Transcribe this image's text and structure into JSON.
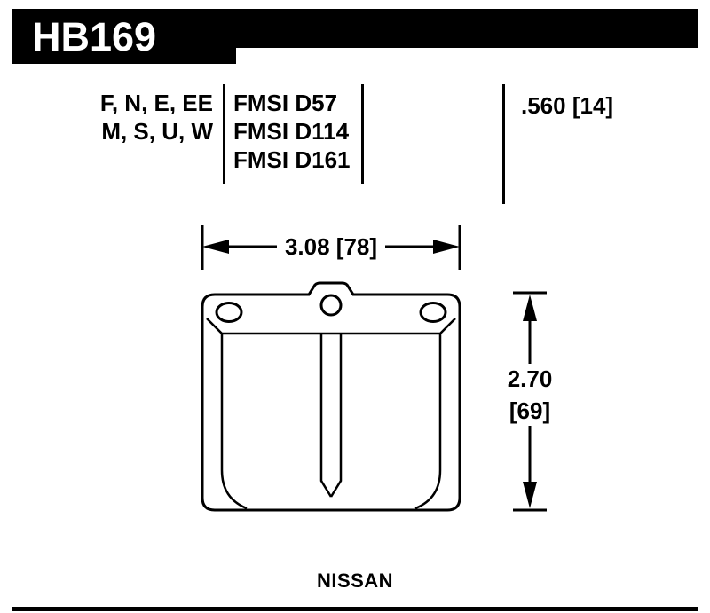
{
  "header": {
    "part_number": "HB169"
  },
  "spec_table": {
    "compounds": [
      "F, N, E, EE",
      "M, S, U, W"
    ],
    "fmsi_codes": [
      "FMSI D57",
      "FMSI D114",
      "FMSI D161"
    ],
    "thickness": ".560 [14]"
  },
  "dimensions": {
    "width_label": "3.08 [78]",
    "height_inches": "2.70",
    "height_mm": "[69]"
  },
  "footer": {
    "vehicle": "NISSAN"
  },
  "colors": {
    "ink": "#000000",
    "background": "#ffffff"
  }
}
